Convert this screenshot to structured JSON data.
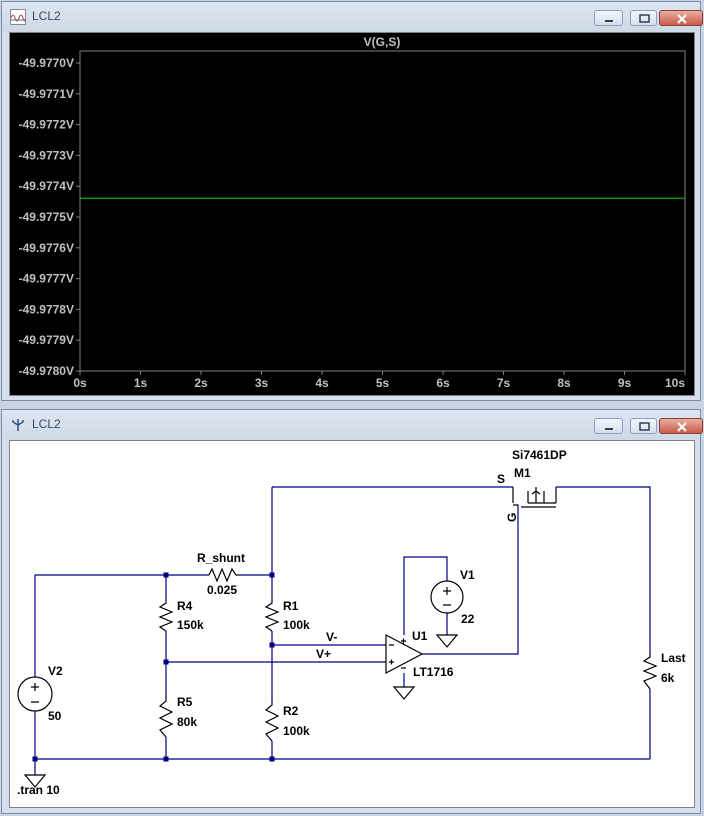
{
  "plot_window": {
    "title": "LCL2",
    "trace_label": "V(G,S)",
    "trace_color": "#00cc00",
    "y_ticks": [
      "-49.9770V",
      "-49.9771V",
      "-49.9772V",
      "-49.9773V",
      "-49.9774V",
      "-49.9775V",
      "-49.9776V",
      "-49.9777V",
      "-49.9778V",
      "-49.9779V",
      "-49.9780V"
    ],
    "x_ticks": [
      "0s",
      "1s",
      "2s",
      "3s",
      "4s",
      "5s",
      "6s",
      "7s",
      "8s",
      "9s",
      "10s"
    ]
  },
  "chart_data": {
    "type": "line",
    "title": "V(G,S)",
    "xlabel": "",
    "ylabel": "",
    "xlim": [
      0,
      10
    ],
    "ylim": [
      -49.978,
      -49.977
    ],
    "series": [
      {
        "name": "V(G,S)",
        "x": [
          0,
          10
        ],
        "y": [
          -49.97746,
          -49.97746
        ]
      }
    ]
  },
  "schematic_window": {
    "title": "LCL2",
    "labels": {
      "m1_model": "Si7461DP",
      "m1_name": "M1",
      "m1_s": "S",
      "m1_g": "G",
      "rshunt_name": "R_shunt",
      "rshunt_value": "0.025",
      "r4_name": "R4",
      "r4_value": "150k",
      "r5_name": "R5",
      "r5_value": "80k",
      "r1_name": "R1",
      "r1_value": "100k",
      "r2_name": "R2",
      "r2_value": "100k",
      "v1_name": "V1",
      "v1_value": "22",
      "v2_name": "V2",
      "v2_value": "50",
      "u1_name": "U1",
      "u1_model": "LT1716",
      "vminus": "V-",
      "vplus": "V+",
      "last_name": "Last",
      "last_value": "6k",
      "directive": ".tran 10"
    }
  },
  "colors": {
    "wire": "#000080",
    "component": "#000000",
    "plot_bg": "#000000",
    "axis_text": "#c0c0c0"
  }
}
